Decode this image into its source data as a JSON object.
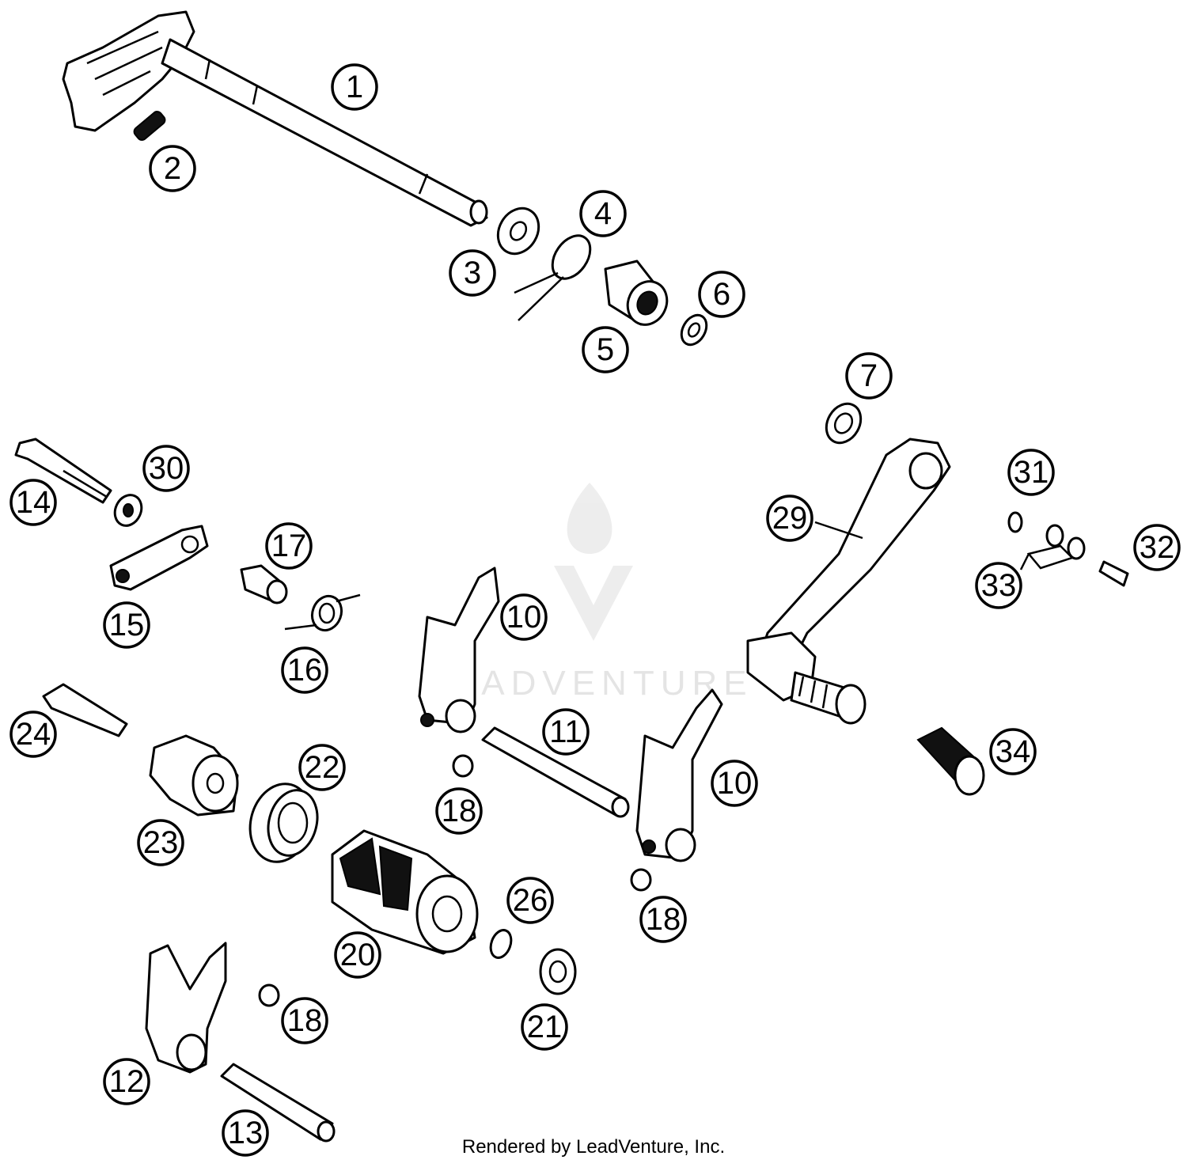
{
  "watermark": {
    "text": "LEADVENTURE",
    "color": "#e2e2e2"
  },
  "footer": {
    "text": "Rendered by LeadVenture, Inc."
  },
  "callouts": {
    "c1": "1",
    "c2": "2",
    "c3": "3",
    "c4": "4",
    "c5": "5",
    "c6": "6",
    "c7": "7",
    "c10a": "10",
    "c10b": "10",
    "c11": "11",
    "c12": "12",
    "c13": "13",
    "c14": "14",
    "c15": "15",
    "c16": "16",
    "c17": "17",
    "c18a": "18",
    "c18b": "18",
    "c18c": "18",
    "c20": "20",
    "c21": "21",
    "c22": "22",
    "c23": "23",
    "c24": "24",
    "c26": "26",
    "c29": "29",
    "c30": "30",
    "c31": "31",
    "c32": "32",
    "c33": "33",
    "c34": "34"
  }
}
